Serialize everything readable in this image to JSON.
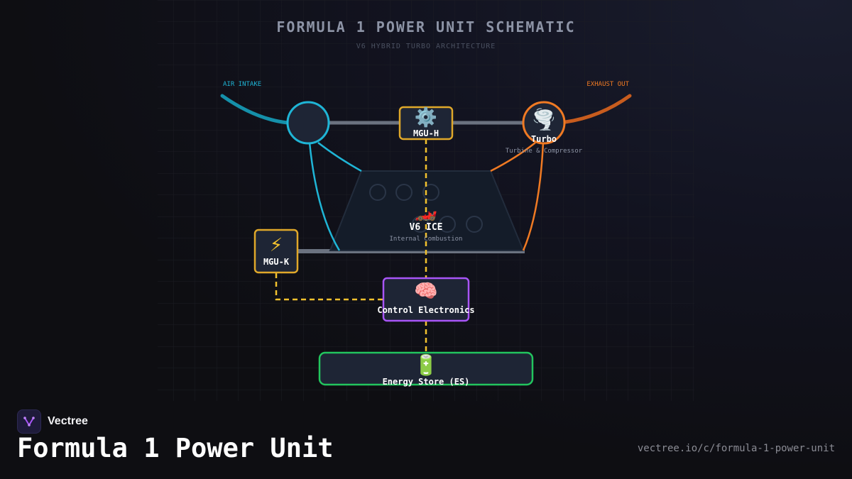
{
  "diagram": {
    "title": "FORMULA 1 POWER UNIT SCHEMATIC",
    "subtitle": "V6 HYBRID TURBO ARCHITECTURE",
    "labels": {
      "air_intake": "AIR INTAKE",
      "exhaust_out": "EXHAUST OUT"
    },
    "components": {
      "compressor": {
        "icon": "compressor-icon"
      },
      "mgu_h": {
        "label": "MGU-H",
        "icon": "gear-icon",
        "glyph": "⚙️"
      },
      "turbo": {
        "label": "Turbo",
        "sublabel": "Turbine & Compressor",
        "icon": "tornado-icon",
        "glyph": "🌪️"
      },
      "ice": {
        "label": "V6 ICE",
        "sublabel": "Internal Combustion",
        "icon": "race-car-icon",
        "glyph": "🏎️"
      },
      "mgu_k": {
        "label": "MGU-K",
        "icon": "lightning-icon",
        "glyph": "⚡"
      },
      "control": {
        "label": "Control Electronics",
        "icon": "brain-icon",
        "glyph": "🧠"
      },
      "energy_store": {
        "label": "Energy Store (ES)",
        "icon": "battery-icon",
        "glyph": "🔋"
      }
    },
    "colors": {
      "intake": "#1fb5d6",
      "exhaust": "#f07a23",
      "electric": "#f2c12e",
      "shaft": "#6b7280",
      "control": "#a855f7",
      "battery": "#22c55e",
      "node_fill": "#1e2535"
    }
  },
  "footer": {
    "brand": "Vectree",
    "title": "Formula 1 Power Unit",
    "url": "vectree.io/c/formula-1-power-unit"
  }
}
